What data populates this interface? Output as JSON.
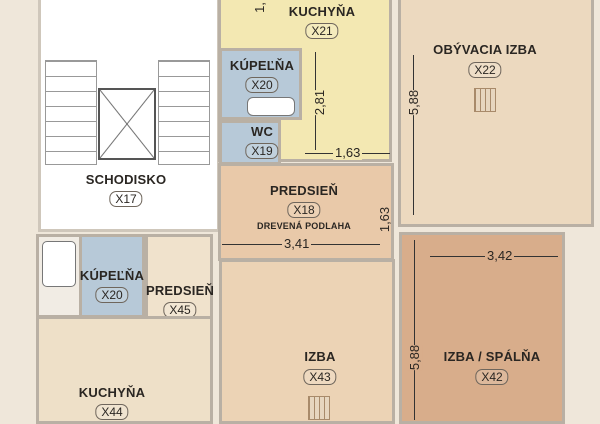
{
  "rooms": {
    "kuchyna_top": {
      "name": "KUCHYŇA",
      "code": "X21"
    },
    "kupelna_top": {
      "name": "KÚPEĽŇA",
      "code": "X20"
    },
    "wc": {
      "name": "WC",
      "code": "X19"
    },
    "obyvacia": {
      "name": "OBÝVACIA IZBA",
      "code": "X22"
    },
    "schodisko": {
      "name": "SCHODISKO",
      "code": "X17"
    },
    "predsien_top": {
      "name": "PREDSIEŇ",
      "code": "X18",
      "note": "DREVENÁ PODLAHA"
    },
    "kupelna_bottom": {
      "name": "KÚPEĽŇA",
      "code": "X20"
    },
    "predsien_bottom": {
      "name": "PREDSIEŇ",
      "code": "X45"
    },
    "izba": {
      "name": "IZBA",
      "code": "X43"
    },
    "spalna": {
      "name": "IZBA / SPÁLŇA",
      "code": "X42"
    },
    "kuchyna_bottom": {
      "name": "KUCHYŇA",
      "code": "X44"
    }
  },
  "dimensions": {
    "kitchen_top_partial": "1,",
    "kitchen_height": "2,81",
    "kitchen_width": "1,63",
    "living_height": "5,88",
    "hall_height": "1,63",
    "hall_width": "3,41",
    "bedroom_width": "3,42",
    "bedroom_height": "5,88"
  },
  "colors": {
    "kitchen": "#f3e8b2",
    "bath": "#b7c9d8",
    "hall": "#e9c9a9",
    "living": "#ecd9bf",
    "bedroom": "#d8ad8b",
    "room": "#ecd3b5"
  }
}
